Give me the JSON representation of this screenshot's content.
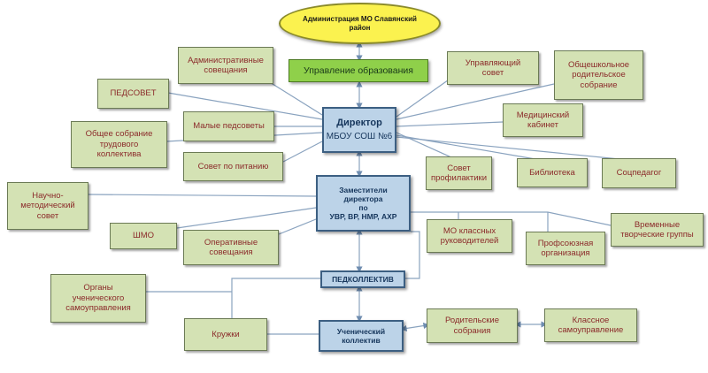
{
  "nodes": {
    "admin": "Администрация  МО Славянский\nрайон",
    "upravlenie": "Управление образования",
    "admin_soveshch": "Административные\nсовещания",
    "pedsovet": "ПЕДСОВЕТ",
    "maly_pedsovety": "Малые педсоветы",
    "obshchee_sobranie": "Общее собрание\nтрудового\nколлектива",
    "sovet_pitaniyu": "Совет по питанию",
    "direktor_title": "Директор",
    "direktor_sub": "МБОУ СОШ №6",
    "upravlyayushchiy": "Управляющий\nсовет",
    "roditelskoe_sobranie": "Общешкольное\nродительское\nсобрание",
    "med_kabinet": "Медицинский\nкабинет",
    "sovet_profilaktiki": "Совет\nпрофилактики",
    "biblioteka": "Библиотека",
    "socpedagog": "Соцпедагог",
    "nauchno_metod": "Научно-\nметодический\nсовет",
    "shmo": "ШМО",
    "zamestiteli": "Заместители\nдиректора\nпо\nУВР, ВР, НМР, АХР",
    "operativnye": "Оперативные\nсовещания",
    "mo_klassnyh": "МО классных\nруководителей",
    "profsoyuz": "Профсоюзная\nорганизация",
    "vremennye": "Временные\nтворческие группы",
    "pedkollektiv": "ПЕДКОЛЛЕКТИВ",
    "organy": "Органы\nученического\nсамоуправления",
    "kruzhki": "Кружки",
    "uchenicheskiy": "Ученический\nколлектив",
    "roditelskie": "Родительские\nсобрания",
    "klassnoe": "Классное\nсамоуправление"
  },
  "colors": {
    "line": "#8aa3bf",
    "green_fill": "#d4e2b4",
    "text_red": "#8b2a2a",
    "blue_fill": "#bcd3e8",
    "blue_text": "#16365c",
    "admin_fill": "#fbf24f",
    "upr_fill": "#8fd04a"
  }
}
